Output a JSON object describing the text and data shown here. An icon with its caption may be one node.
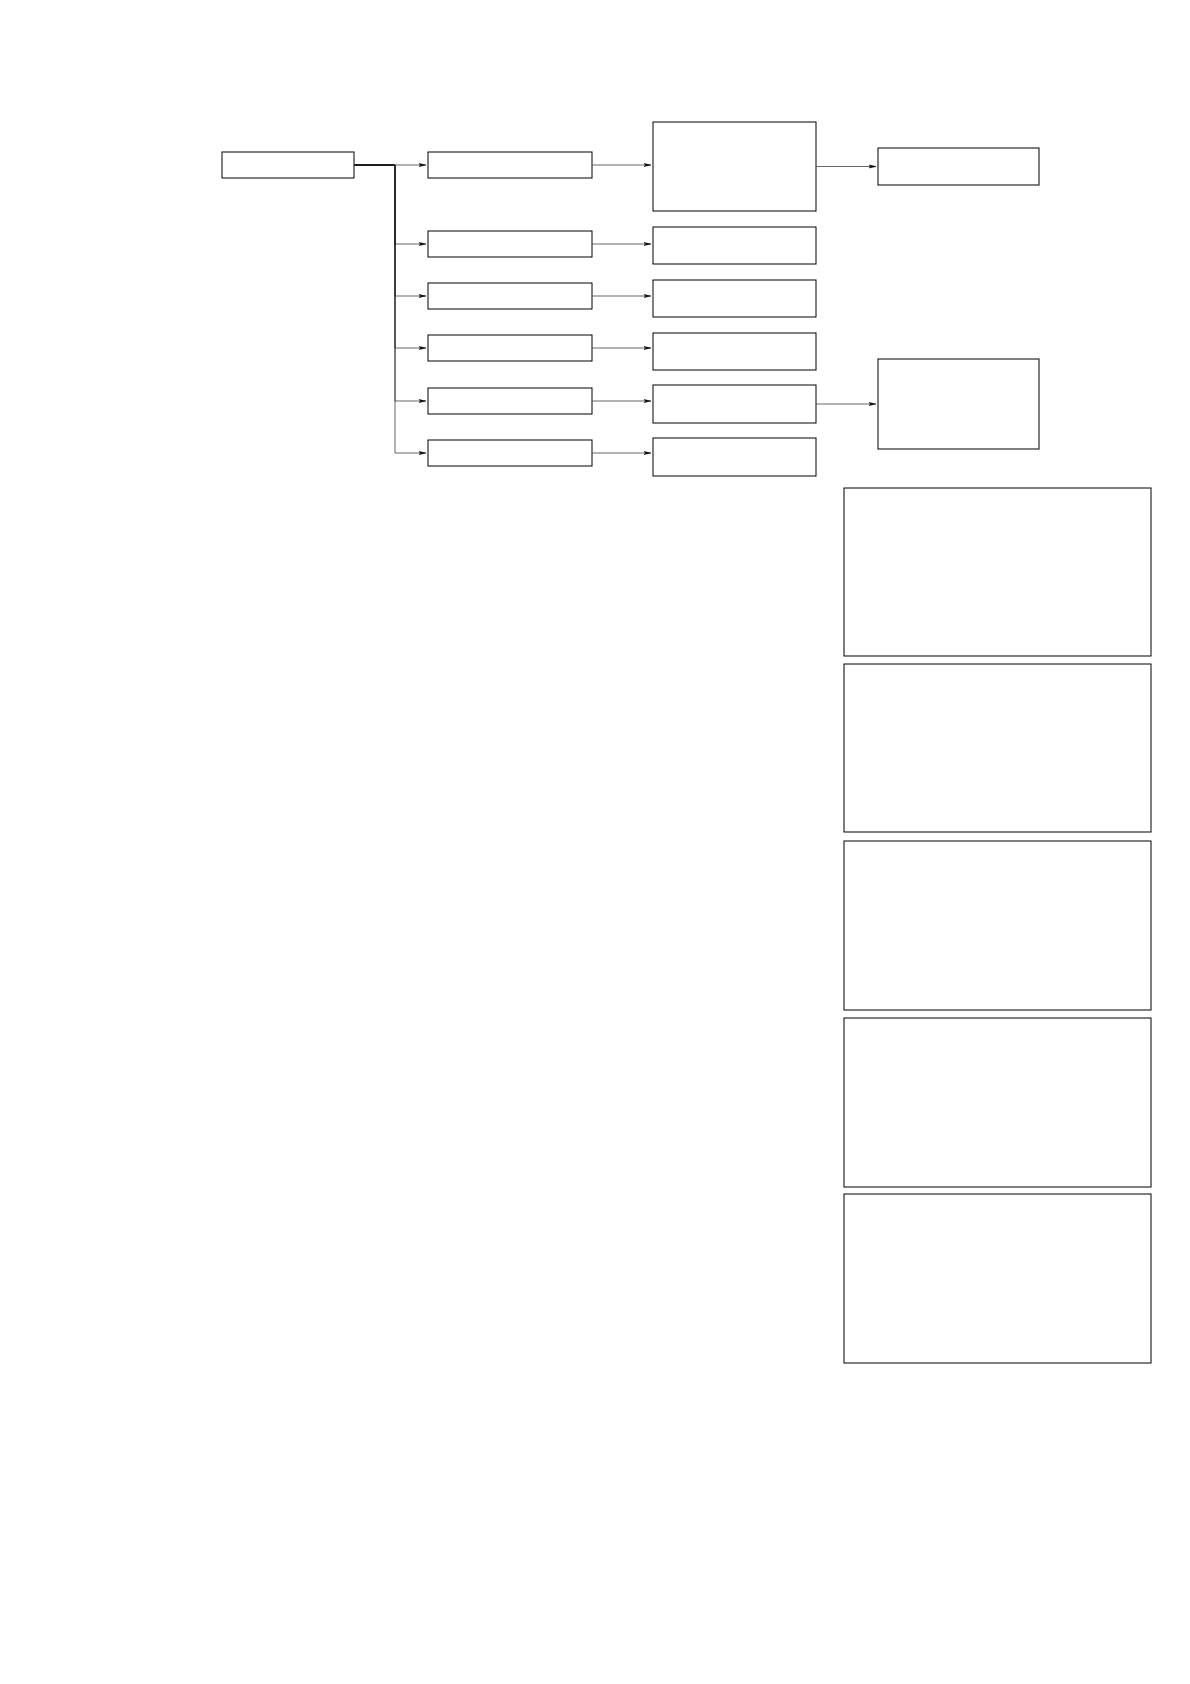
{
  "diagram": {
    "nodes": [
      {
        "text": [],
        "shape": "box"
      },
      {
        "text": [],
        "shape": "box"
      },
      {
        "text": [],
        "shape": "box"
      },
      {
        "text": [],
        "shape": "box"
      },
      {
        "text": [],
        "shape": "box"
      },
      {
        "text": [],
        "shape": "box"
      },
      {
        "text": [],
        "shape": "box"
      },
      {
        "text": [],
        "shape": "box"
      },
      {
        "text": [],
        "shape": "box"
      },
      {
        "text": [],
        "shape": "box"
      },
      {
        "text": [],
        "shape": "box"
      },
      {
        "text": [],
        "shape": "box"
      },
      {
        "text": [],
        "shape": "box"
      },
      {
        "text": [],
        "shape": "box"
      },
      {
        "text": [],
        "shape": "box"
      },
      {
        "text": [],
        "shape": "box"
      },
      {
        "text": [],
        "shape": "box"
      },
      {
        "text": [],
        "shape": "box"
      },
      {
        "text": [],
        "shape": "box"
      },
      {
        "text": [],
        "shape": "box"
      }
    ],
    "edges": [
      {
        "from": 0,
        "to": 1,
        "arrow": "to"
      },
      {
        "from": 0,
        "to": 2,
        "arrow": "to"
      },
      {
        "from": 0,
        "to": 3,
        "arrow": "to"
      },
      {
        "from": 0,
        "to": 4,
        "arrow": "to"
      },
      {
        "from": 0,
        "to": 5,
        "arrow": "to"
      },
      {
        "from": 0,
        "to": 6,
        "arrow": "to"
      },
      {
        "from": 1,
        "to": 7,
        "arrow": "to"
      },
      {
        "from": 2,
        "to": 8,
        "arrow": "to"
      },
      {
        "from": 3,
        "to": 9,
        "arrow": "to"
      },
      {
        "from": 4,
        "to": 10,
        "arrow": "to"
      },
      {
        "from": 5,
        "to": 11,
        "arrow": "to"
      },
      {
        "from": 6,
        "to": 12,
        "arrow": "to"
      },
      {
        "from": 7,
        "to": 13,
        "arrow": "to"
      },
      {
        "from": 11,
        "to": 14,
        "arrow": "to"
      }
    ]
  }
}
